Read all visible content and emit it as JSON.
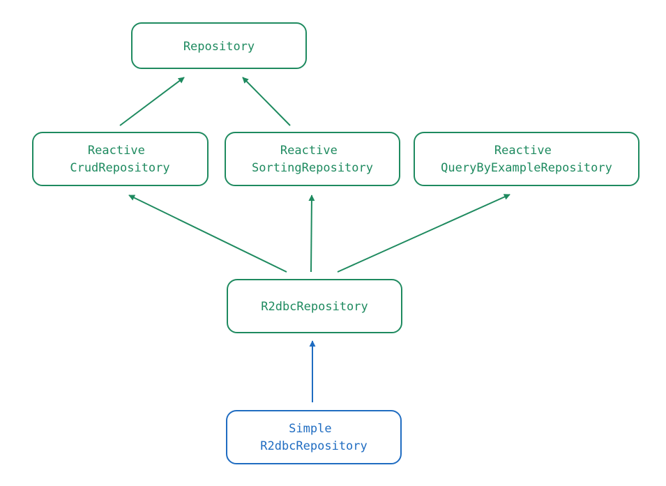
{
  "diagram": {
    "colors": {
      "green": "#1e8a5f",
      "blue": "#1f6cc1",
      "background": "#ffffff"
    },
    "nodes": {
      "repository": {
        "lines": [
          "Repository"
        ]
      },
      "reactive_crud": {
        "lines": [
          "Reactive",
          "CrudRepository"
        ]
      },
      "reactive_sorting": {
        "lines": [
          "Reactive",
          "SortingRepository"
        ]
      },
      "reactive_qbe": {
        "lines": [
          "Reactive",
          "QueryByExampleRepository"
        ]
      },
      "r2dbc": {
        "lines": [
          "R2dbcRepository"
        ]
      },
      "simple_r2dbc": {
        "lines": [
          "Simple",
          "R2dbcRepository"
        ]
      }
    }
  }
}
